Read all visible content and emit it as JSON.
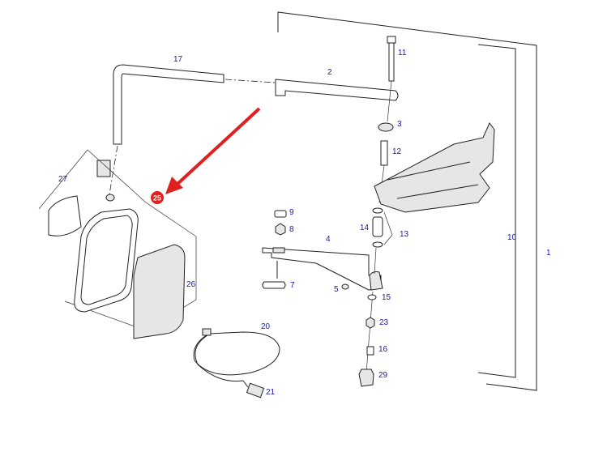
{
  "diagram": {
    "labels": {
      "p1": "1",
      "p2": "2",
      "p3": "3",
      "p4": "4",
      "p5": "5",
      "p7": "7",
      "p8": "8",
      "p9": "9",
      "p10": "10",
      "p11": "11",
      "p12": "12",
      "p13": "13",
      "p14": "14",
      "p15": "15",
      "p16": "16",
      "p17": "17",
      "p20": "20",
      "p21": "21",
      "p23": "23",
      "p26": "26",
      "p27": "27",
      "p29": "29"
    },
    "highlight": {
      "label": "25",
      "color": "#e02020"
    },
    "label_color": "#1a1aa8"
  }
}
